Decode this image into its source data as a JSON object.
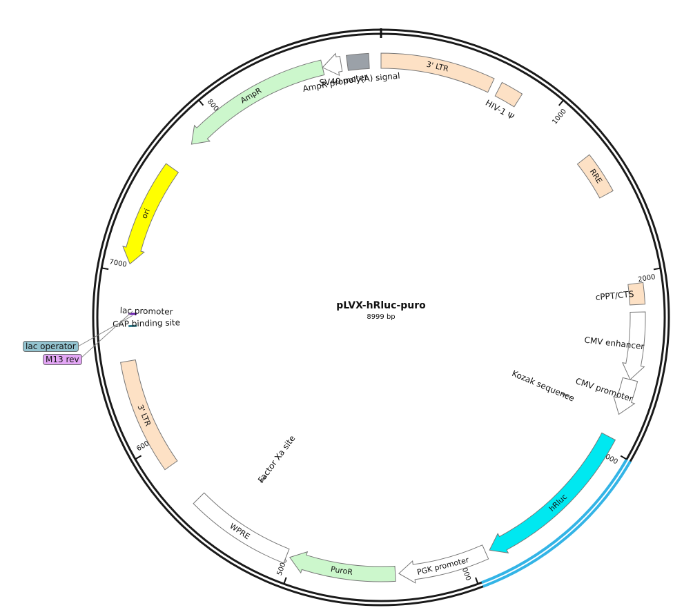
{
  "plasmid": {
    "name": "pLVX-hRluc-puro",
    "size_label": "8999 bp",
    "total_bp": 8999
  },
  "colors": {
    "backbone": "#1a1a1a",
    "ltr": "#fde1c5",
    "ampr": "#ccf7cc",
    "ori": "#ffff00",
    "hrluc": "#00e8f0",
    "puror": "#ccf7cc",
    "promoter": "#ffffff",
    "polya": "#9ba1a8",
    "lac_operator": "#93c3cf",
    "m13": "#e3a6f5",
    "cap": "#2f7a8a",
    "selection": "#33b4e6"
  },
  "ticks": [
    {
      "bp": 1000,
      "label": "1000"
    },
    {
      "bp": 2000,
      "label": "2000"
    },
    {
      "bp": 3000,
      "label": "3000"
    },
    {
      "bp": 4000,
      "label": "4000"
    },
    {
      "bp": 5000,
      "label": "5000"
    },
    {
      "bp": 6000,
      "label": "6000"
    },
    {
      "bp": 7000,
      "label": "7000"
    },
    {
      "bp": 8000,
      "label": "8000"
    }
  ],
  "features": [
    {
      "id": "ltr5",
      "name": "3' LTR",
      "start": 0,
      "end": 634,
      "type": "ltr",
      "dir": 0,
      "label_inside": true
    },
    {
      "id": "hiv-psi",
      "name": "HIV-1 Ψ",
      "start": 681,
      "end": 807,
      "type": "ltr",
      "dir": 0,
      "label_inside": false
    },
    {
      "id": "rre",
      "name": "RRE",
      "start": 1300,
      "end": 1534,
      "type": "ltr",
      "dir": 0,
      "label_inside": true
    },
    {
      "id": "cppt",
      "name": "cPPT/CTS",
      "start": 2060,
      "end": 2178,
      "type": "ltr",
      "dir": 0,
      "label_inside": false
    },
    {
      "id": "cmv-enhancer",
      "name": "CMV enhancer",
      "start": 2220,
      "end": 2600,
      "type": "promoter",
      "dir": 1,
      "label_inside": false
    },
    {
      "id": "cmv-promoter",
      "name": "CMV promoter",
      "start": 2600,
      "end": 2804,
      "type": "promoter",
      "dir": 1,
      "label_inside": false
    },
    {
      "id": "kozak",
      "name": "Kozak sequence",
      "start": 2820,
      "end": 2830,
      "type": "kozak",
      "dir": 0,
      "label_inside": false
    },
    {
      "id": "hrluc",
      "name": "hRluc",
      "start": 2940,
      "end": 3875,
      "type": "hrluc",
      "dir": 1,
      "label_inside": true
    },
    {
      "id": "pgk",
      "name": "PGK promoter",
      "start": 3900,
      "end": 4400,
      "type": "promoter",
      "dir": 1,
      "label_inside": true
    },
    {
      "id": "puror",
      "name": "PuroR",
      "start": 4420,
      "end": 5020,
      "type": "puror",
      "dir": 1,
      "label_inside": true
    },
    {
      "id": "wpre",
      "name": "WPRE",
      "start": 5040,
      "end": 5630,
      "type": "promoter",
      "dir": 0,
      "label_inside": true
    },
    {
      "id": "factor-xa",
      "name": "Factor Xa site",
      "start": 5400,
      "end": 5412,
      "type": "kozak",
      "dir": 0,
      "label_inside": false
    },
    {
      "id": "ltr3",
      "name": "3' LTR",
      "start": 5870,
      "end": 6504,
      "type": "ltr",
      "dir": 0,
      "label_inside": true
    },
    {
      "id": "lac-promoter",
      "name": "lac promoter",
      "start": 6770,
      "end": 6801,
      "type": "lac",
      "dir": 0,
      "label_inside": false
    },
    {
      "id": "cap",
      "name": "CAP binding site",
      "start": 6700,
      "end": 6722,
      "type": "cap",
      "dir": 0,
      "label_inside": false
    },
    {
      "id": "ori",
      "name": "ori",
      "start": 7050,
      "end": 7639,
      "type": "ori",
      "dir": -1,
      "label_inside": true
    },
    {
      "id": "ampr",
      "name": "AmpR",
      "start": 7810,
      "end": 8670,
      "type": "ampr",
      "dir": -1,
      "label_inside": true
    },
    {
      "id": "ampr-promoter",
      "name": "AmpR promoter",
      "start": 8670,
      "end": 8775,
      "type": "promoter",
      "dir": -1,
      "label_inside": false
    },
    {
      "id": "sv40",
      "name": "SV40 poly(A) signal",
      "start": 8810,
      "end": 8932,
      "type": "polya",
      "dir": 0,
      "label_inside": false
    }
  ],
  "selection": {
    "start": 3000,
    "end": 3980
  },
  "side_labels": {
    "lac_operator": "lac operator",
    "m13_rev": "M13 rev"
  }
}
